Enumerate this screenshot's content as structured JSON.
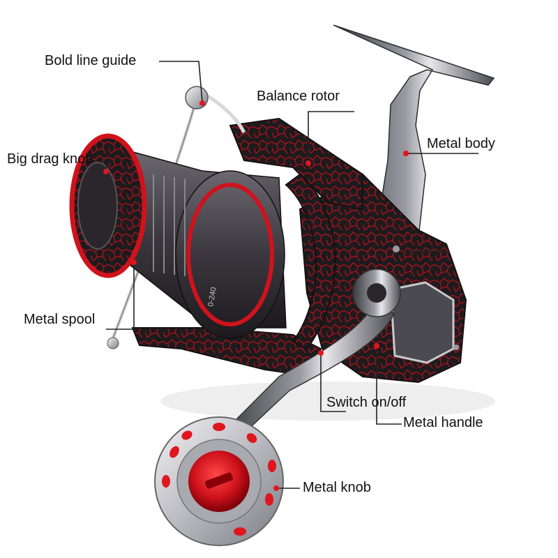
{
  "colors": {
    "accent_red": "#d0121c",
    "dark_metal": "#2a262b",
    "silver": "#c9c9cd",
    "leader_line": "#222222"
  },
  "diagram": {
    "subject": "spinning-reel",
    "callouts": {
      "line_guide": "Bold line guide",
      "rotor": "Balance rotor",
      "body": "Metal body",
      "drag_knob": "Big drag knob",
      "spool": "Metal spool",
      "switch": "Switch on/off",
      "handle": "Metal handle",
      "knob": "Metal knob"
    },
    "spool_print": "0-240"
  }
}
